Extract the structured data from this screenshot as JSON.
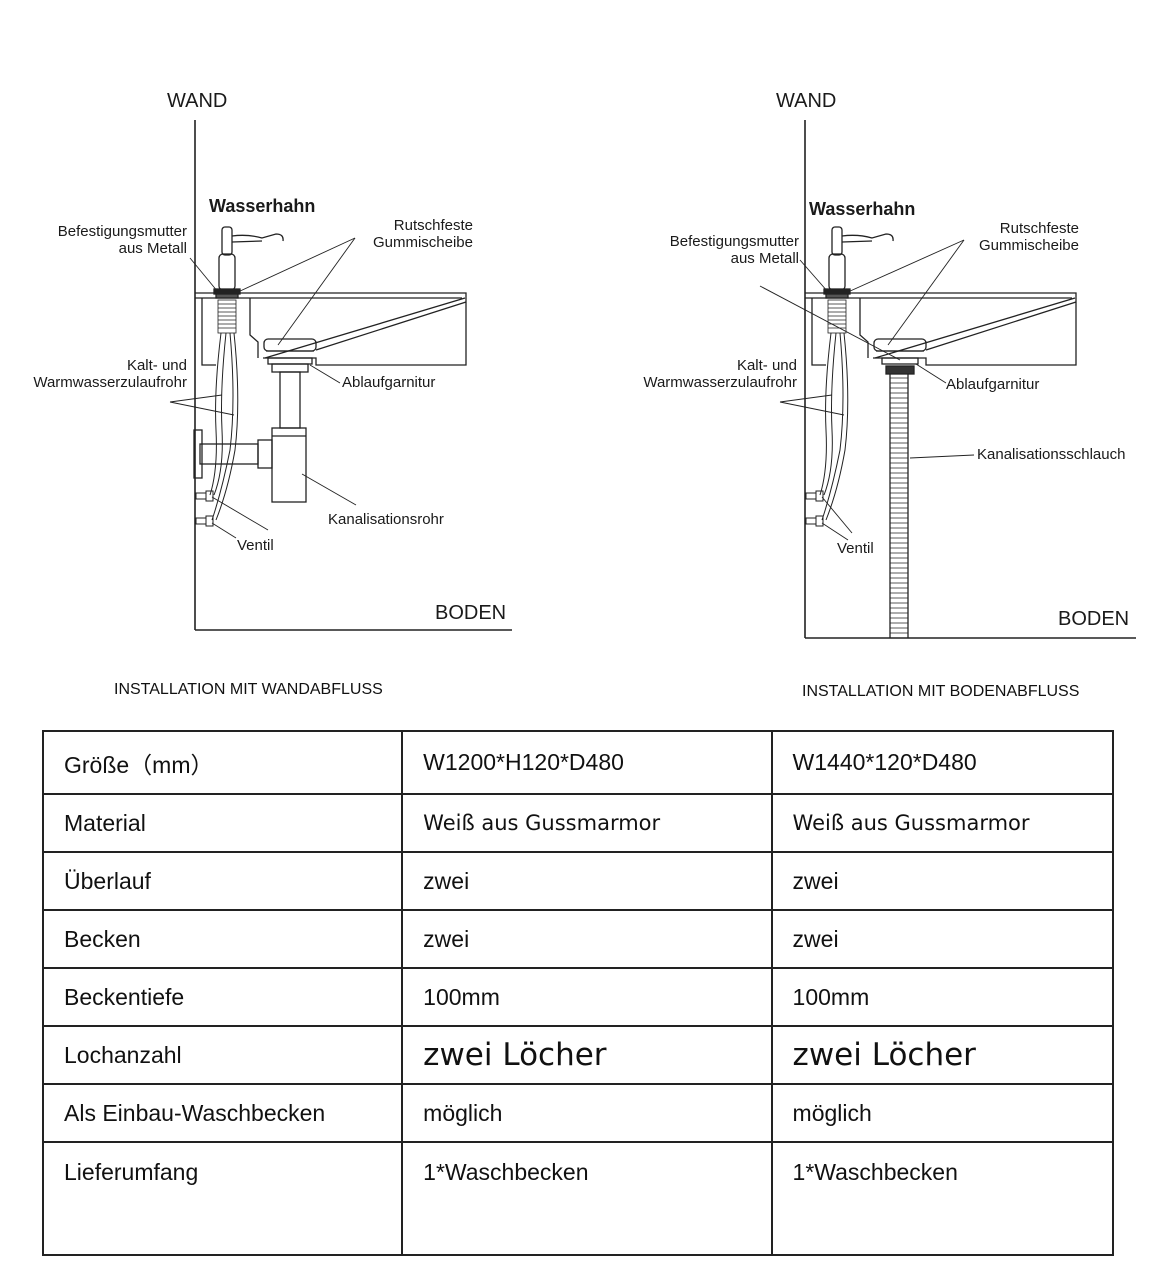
{
  "left_diagram": {
    "wall_label": "WAND",
    "floor_label": "BODEN",
    "faucet_label": "Wasserhahn",
    "nut_label_line1": "Befestigungsmutter",
    "nut_label_line2": "aus Metall",
    "washer_label_line1": "Rutschfeste",
    "washer_label_line2": "Gummischeibe",
    "pipe_label_line1": "Kalt- und",
    "pipe_label_line2": "Warmwasserzulaufrohr",
    "drain_label": "Ablaufgarnitur",
    "sewer_label": "Kanalisationsrohr",
    "valve_label": "Ventil",
    "caption": "INSTALLATION MIT WANDABFLUSS"
  },
  "right_diagram": {
    "wall_label": "WAND",
    "floor_label": "BODEN",
    "faucet_label": "Wasserhahn",
    "nut_label_line1": "Befestigungsmutter",
    "nut_label_line2": "aus Metall",
    "washer_label_line1": "Rutschfeste",
    "washer_label_line2": "Gummischeibe",
    "pipe_label_line1": "Kalt- und",
    "pipe_label_line2": "Warmwasserzulaufrohr",
    "drain_label": "Ablaufgarnitur",
    "hose_label": "Kanalisationsschlauch",
    "valve_label": "Ventil",
    "caption": "INSTALLATION MIT BODENABFLUSS"
  },
  "spec_table": {
    "rows": [
      {
        "label": "Größe（mm）",
        "a": "W1200*H120*D480",
        "b": "W1440*120*D480"
      },
      {
        "label": "Material",
        "a": "Weiß aus Gussmarmor",
        "b": "Weiß aus Gussmarmor"
      },
      {
        "label": "Überlauf",
        "a": "zwei",
        "b": "zwei"
      },
      {
        "label": "Becken",
        "a": "zwei",
        "b": "zwei"
      },
      {
        "label": "Beckentiefe",
        "a": "100mm",
        "b": "100mm"
      },
      {
        "label": "Lochanzahl",
        "a": "zwei Löcher",
        "b": "zwei Löcher"
      },
      {
        "label": "Als Einbau-Waschbecken",
        "a": "möglich",
        "b": "möglich"
      },
      {
        "label": "Lieferumfang",
        "a": "1*Waschbecken",
        "b": "1*Waschbecken"
      }
    ]
  }
}
